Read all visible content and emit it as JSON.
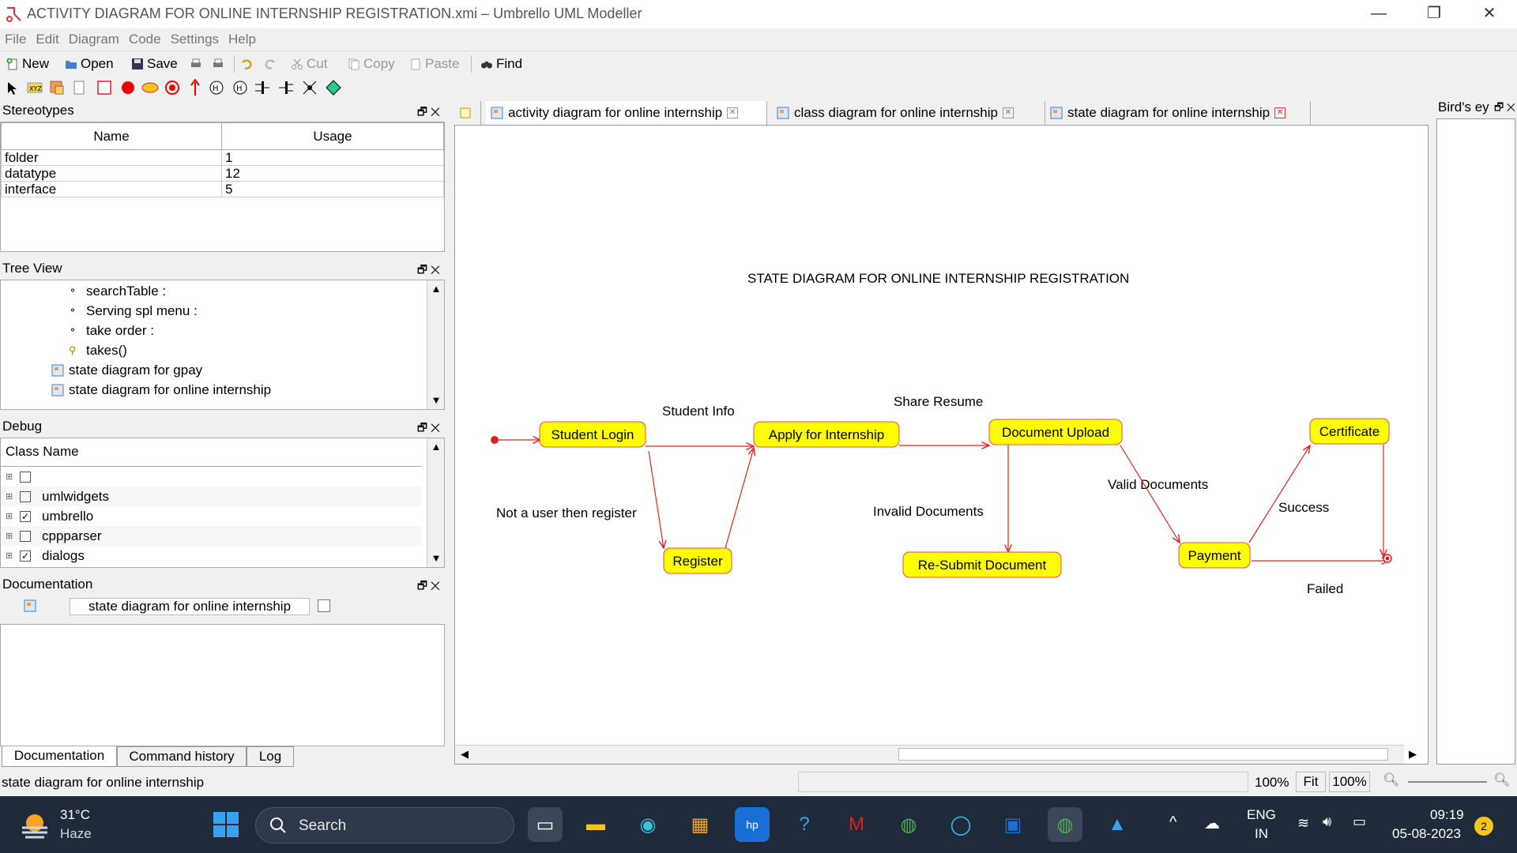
{
  "window": {
    "title": "ACTIVITY DIAGRAM FOR ONLINE INTERNSHIP REGISTRATION.xmi – Umbrello UML Modeller",
    "minimize": "—",
    "maximize": "❐",
    "close": "✕"
  },
  "menu": [
    "File",
    "Edit",
    "Diagram",
    "Code",
    "Settings",
    "Help"
  ],
  "toolbar": {
    "new": "New",
    "open": "Open",
    "save": "Save",
    "cut": "Cut",
    "copy": "Copy",
    "paste": "Paste",
    "find": "Find"
  },
  "stereotypes": {
    "title": "Stereotypes",
    "columns": [
      "Name",
      "Usage"
    ],
    "rows": [
      {
        "name": "folder",
        "usage": "1"
      },
      {
        "name": "datatype",
        "usage": "12"
      },
      {
        "name": "interface",
        "usage": "5"
      }
    ]
  },
  "treeview": {
    "title": "Tree View",
    "items": [
      "searchTable :",
      "Serving spl menu :",
      "take order :",
      "takes()",
      "state diagram for gpay",
      "state diagram for online internship"
    ]
  },
  "debug": {
    "title": "Debug",
    "column": "Class Name",
    "rows": [
      {
        "label": "",
        "checked": false
      },
      {
        "label": "umlwidgets",
        "checked": false
      },
      {
        "label": "umbrello",
        "checked": true
      },
      {
        "label": "cppparser",
        "checked": false
      },
      {
        "label": "dialogs",
        "checked": true
      }
    ]
  },
  "documentation": {
    "title": "Documentation",
    "field": "state diagram for online internship",
    "tabs": [
      "Documentation",
      "Command history",
      "Log"
    ]
  },
  "tabs": [
    "activity diagram for online internship",
    "class diagram for online internship",
    "state diagram for online internship"
  ],
  "birdseye": {
    "title": "Bird's ey"
  },
  "diagram": {
    "title": "STATE DIAGRAM FOR ONLINE INTERNSHIP REGISTRATION",
    "states": {
      "login": "Student Login",
      "apply": "Apply for Internship",
      "upload": "Document Upload",
      "certificate": "Certificate",
      "register": "Register",
      "resubmit": "Re-Submit Document",
      "payment": "Payment"
    },
    "labels": {
      "student_info": "Student Info",
      "share_resume": "Share Resume",
      "not_user": "Not a user then register",
      "invalid_docs": "Invalid Documents",
      "valid_docs": "Valid Documents",
      "success": "Success",
      "failed": "Failed"
    },
    "colors": {
      "state_fill": "#ffff00",
      "state_border": "#e05050",
      "arrow": "#e02020"
    }
  },
  "status": {
    "text": "state diagram for online internship",
    "zoom": "100%",
    "fit": "Fit",
    "zoom2": "100%"
  },
  "taskbar": {
    "temp": "31°C",
    "weather": "Haze",
    "search": "Search",
    "lang1": "ENG",
    "lang2": "IN",
    "time": "09:19",
    "date": "05-08-2023",
    "badge": "2"
  }
}
